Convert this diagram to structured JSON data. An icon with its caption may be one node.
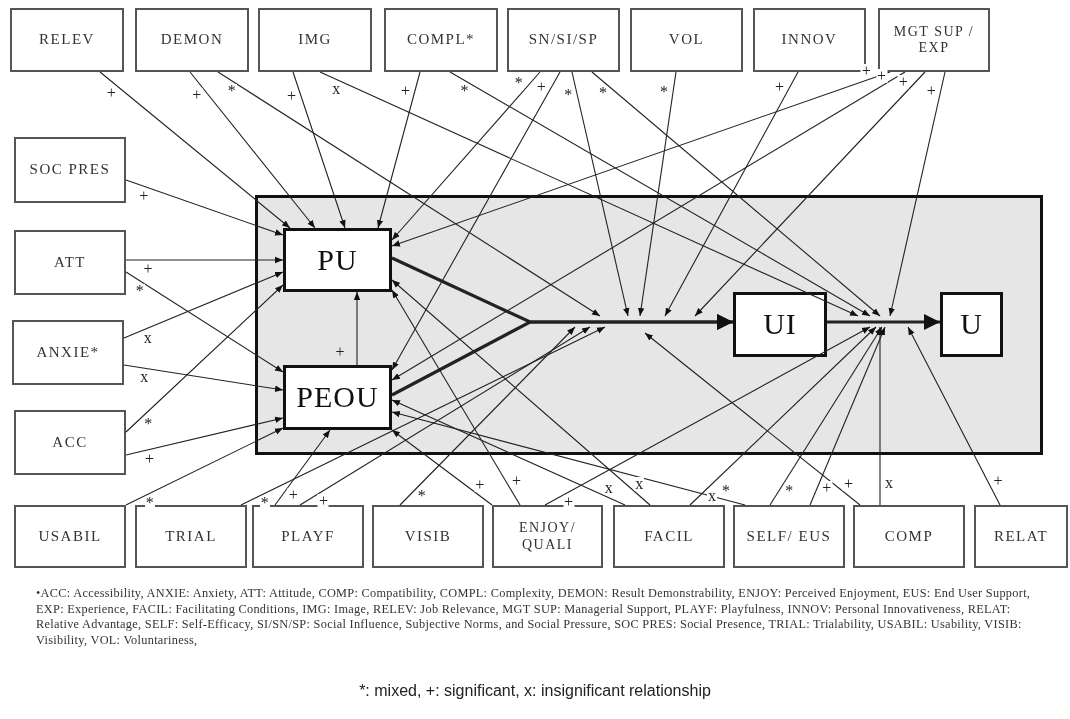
{
  "diagram": {
    "caption": "*: mixed, +: significant, x: insignificant relationship",
    "nodes": [
      {
        "text": [
          "RELEV"
        ]
      },
      {
        "text": [
          "DEMON"
        ]
      },
      {
        "text": [
          "IMG"
        ]
      },
      {
        "text": [
          "COMPL*"
        ]
      },
      {
        "text": [
          "SN/SI/SP"
        ]
      },
      {
        "text": [
          "VOL"
        ]
      },
      {
        "text": [
          "INNOV"
        ]
      },
      {
        "text": [
          "MGT SUP / EXP"
        ]
      },
      {
        "text": [
          "SOC PRES"
        ]
      },
      {
        "text": [
          "ATT"
        ]
      },
      {
        "text": [
          "ANXIE*"
        ]
      },
      {
        "text": [
          "ACC"
        ]
      },
      {
        "text": [
          "USABIL"
        ]
      },
      {
        "text": [
          "TRIAL"
        ]
      },
      {
        "text": [
          "PLAYF"
        ]
      },
      {
        "text": [
          "VISIB"
        ]
      },
      {
        "text": [
          "ENJOY/ QUALI"
        ]
      },
      {
        "text": [
          "FACIL"
        ]
      },
      {
        "text": [
          "SELF/ EUS"
        ]
      },
      {
        "text": [
          "COMP"
        ]
      },
      {
        "text": [
          "RELAT"
        ]
      },
      {
        "text": [],
        "shape": "box"
      },
      {
        "text": [
          "PU"
        ],
        "in": 21
      },
      {
        "text": [
          "PEOU"
        ],
        "in": 21
      },
      {
        "text": [
          "UI"
        ],
        "in": 21
      },
      {
        "text": [
          "U"
        ],
        "in": 21
      }
    ],
    "edges": [
      {
        "from": 22,
        "to": 24,
        "arrow": "to",
        "style": "thick"
      },
      {
        "from": 23,
        "to": 24,
        "arrow": "to",
        "style": "thick"
      },
      {
        "from": 24,
        "to": 25,
        "arrow": "to",
        "style": "thick"
      },
      {
        "from": 23,
        "to": 22,
        "arrow": "to",
        "label": "+"
      },
      {
        "from": 0,
        "to": 22,
        "arrow": "to",
        "label": "+"
      },
      {
        "from": 1,
        "to": 22,
        "arrow": "to",
        "label": "+"
      },
      {
        "from": 1,
        "to": null,
        "arrow": "to",
        "label": "*"
      },
      {
        "from": 2,
        "to": 22,
        "arrow": "to",
        "label": "+"
      },
      {
        "from": 2,
        "to": null,
        "arrow": "to",
        "label": "x"
      },
      {
        "from": 3,
        "to": 22,
        "arrow": "to",
        "label": "+"
      },
      {
        "from": 3,
        "to": null,
        "arrow": "to",
        "label": "*"
      },
      {
        "from": 4,
        "to": 22,
        "arrow": "to",
        "label": "*"
      },
      {
        "from": 4,
        "to": 23,
        "arrow": "to",
        "label": "+"
      },
      {
        "from": 4,
        "to": null,
        "arrow": "to",
        "label": "*"
      },
      {
        "from": 4,
        "to": null,
        "arrow": "to",
        "label": "*"
      },
      {
        "from": 5,
        "to": null,
        "arrow": "to",
        "label": "*"
      },
      {
        "from": 6,
        "to": null,
        "arrow": "to",
        "label": "+"
      },
      {
        "from": 7,
        "to": 22,
        "arrow": "to",
        "label": "+"
      },
      {
        "from": 7,
        "to": 23,
        "arrow": "to",
        "label": "+"
      },
      {
        "from": 7,
        "to": null,
        "arrow": "to",
        "label": "+"
      },
      {
        "from": 7,
        "to": null,
        "arrow": "to",
        "label": "+"
      },
      {
        "from": 8,
        "to": 22,
        "arrow": "to",
        "label": "+"
      },
      {
        "from": 9,
        "to": 22,
        "arrow": "to",
        "label": "+"
      },
      {
        "from": 9,
        "to": 23,
        "arrow": "to",
        "label": "*"
      },
      {
        "from": 10,
        "to": 22,
        "arrow": "to",
        "label": "x"
      },
      {
        "from": 10,
        "to": 23,
        "arrow": "to",
        "label": "x"
      },
      {
        "from": 11,
        "to": 22,
        "arrow": "to",
        "label": "*"
      },
      {
        "from": 11,
        "to": 23,
        "arrow": "to",
        "label": "+"
      },
      {
        "from": 12,
        "to": 23,
        "arrow": "to",
        "label": "*"
      },
      {
        "from": 13,
        "to": null,
        "arrow": "to",
        "label": "*"
      },
      {
        "from": 14,
        "to": 23,
        "arrow": "to",
        "label": "+"
      },
      {
        "from": 14,
        "to": null,
        "arrow": "to",
        "label": "+"
      },
      {
        "from": 15,
        "to": null,
        "arrow": "to",
        "label": "*"
      },
      {
        "from": 16,
        "to": 23,
        "arrow": "to",
        "label": "+"
      },
      {
        "from": 16,
        "to": 22,
        "arrow": "to",
        "label": "+"
      },
      {
        "from": 16,
        "to": null,
        "arrow": "to",
        "label": "+"
      },
      {
        "from": 17,
        "to": 23,
        "arrow": "to",
        "label": "x"
      },
      {
        "from": 17,
        "to": 22,
        "arrow": "to",
        "label": "x"
      },
      {
        "from": 17,
        "to": null,
        "arrow": "to",
        "label": "x"
      },
      {
        "from": 18,
        "to": 23,
        "arrow": "to",
        "label": "*"
      },
      {
        "from": 18,
        "to": null,
        "arrow": "to",
        "label": "*"
      },
      {
        "from": 18,
        "to": null,
        "arrow": "to",
        "label": "+"
      },
      {
        "from": 19,
        "to": null,
        "arrow": "to",
        "label": "+"
      },
      {
        "from": 19,
        "to": null,
        "arrow": "to",
        "label": "x"
      },
      {
        "from": 20,
        "to": null,
        "arrow": "to",
        "label": "+"
      }
    ],
    "labels": [
      "•ACC: Accessibility, ANXIE: Anxiety, ATT: Attitude, COMP: Compatibility, COMPL: Complexity, DEMON: Result Demonstrability, ENJOY: Perceived Enjoyment, EUS: End User Support, EXP: Experience, FACIL: Facilitating Conditions, IMG: Image, RELEV: Job Relevance, MGT SUP: Managerial Support, PLAYF: Playfulness, INNOV: Personal Innovativeness, RELAT: Relative Advantage, SELF: Self-Efficacy, SI/SN/SP: Social Influence, Subjective Norms, and Social Pressure, SOC PRES: Social Presence, TRIAL: Trialability, USABIL: Usability, VISIB: Visibility, VOL: Voluntariness,"
    ]
  }
}
